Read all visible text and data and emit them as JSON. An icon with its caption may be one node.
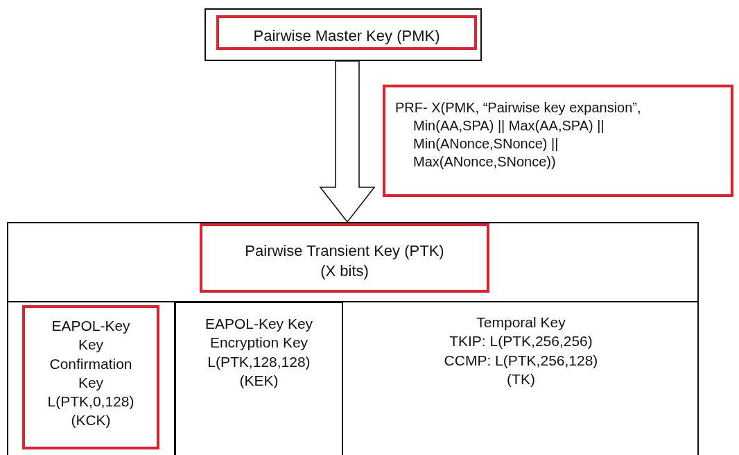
{
  "diagram": {
    "nodes": [
      {
        "text": [],
        "shape": "box"
      },
      {
        "text": [
          "Pairwise Master Key (PMK)"
        ],
        "in": 0
      },
      {
        "text": [
          "PRF- X(PMK, “Pairwise key expansion”, Min(AA,SPA) || Max(AA,SPA) || Min(ANonce,SNonce) || Max(ANonce,SNonce))"
        ]
      },
      {
        "text": [],
        "shape": "box"
      },
      {
        "text": [
          "Pairwise Transient Key (PTK)",
          "(X bits)"
        ],
        "in": 3
      },
      {
        "text": [
          "EAPOL-Key Key Confirmation Key",
          "L(PTK,0,128)",
          "(KCK)"
        ],
        "in": 3
      },
      {
        "text": [
          "EAPOL-Key Key Encryption Key",
          "L(PTK,128,128)",
          "(KEK)"
        ],
        "in": 3
      },
      {
        "text": [
          "Temporal Key",
          "TKIP: L(PTK,256,256)",
          "CCMP: L(PTK,256,128)",
          "(TK)"
        ],
        "in": 3
      }
    ],
    "edges": [
      {
        "from": 0,
        "to": 3,
        "arrow": "to"
      }
    ]
  }
}
